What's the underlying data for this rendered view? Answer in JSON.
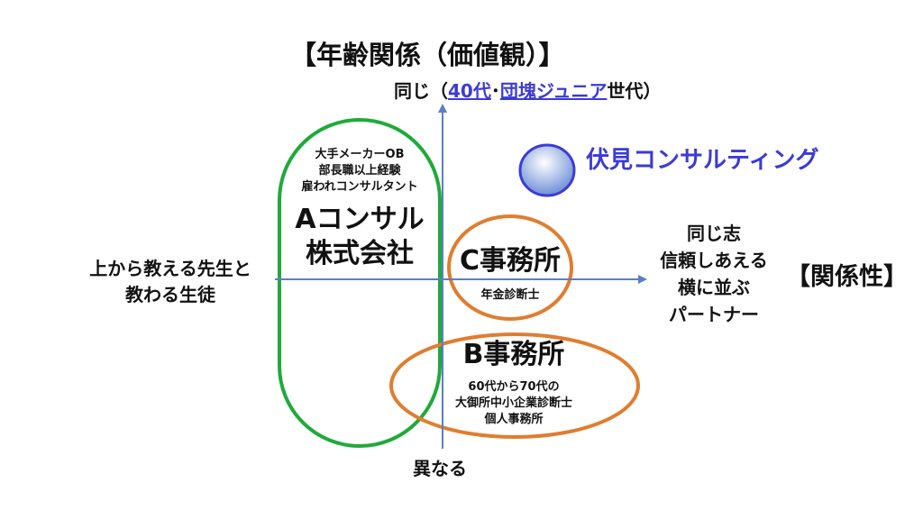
{
  "axes": {
    "y_title": "【年齢関係（価値観）】",
    "y_top": {
      "prefix": "同じ（",
      "link1": "40代",
      "sep": "･",
      "link2": "団塊ジュニア",
      "suffix": "世代）"
    },
    "y_bottom": "異なる",
    "x_right_title": "【関係性】",
    "x_right_lines": [
      "同じ志",
      "信頼しあえる",
      "横に並ぶ",
      "パートナー"
    ],
    "x_left_lines": [
      "上から教える先生と",
      "教わる生徒"
    ]
  },
  "entities": {
    "a": {
      "desc": [
        "大手メーカーOB",
        "部長職以上経験",
        "雇われコンサルタント"
      ],
      "name": [
        "Aコンサル",
        "株式会社"
      ],
      "color": "#1faa3a"
    },
    "c": {
      "name": "C事務所",
      "desc": "年金診断士",
      "color": "#e07d2f"
    },
    "b": {
      "name": "B事務所",
      "desc": [
        "60代から70代の",
        "大御所中小企業診断士",
        "個人事務所"
      ],
      "color": "#e07d2f"
    },
    "fushimi": {
      "name": "伏見コンサルティング",
      "color": "#3b3bd6"
    }
  },
  "colors": {
    "axis": "#5b7fc7",
    "bubble_light": "#ffffff",
    "bubble_dark": "#6d8fd6"
  }
}
